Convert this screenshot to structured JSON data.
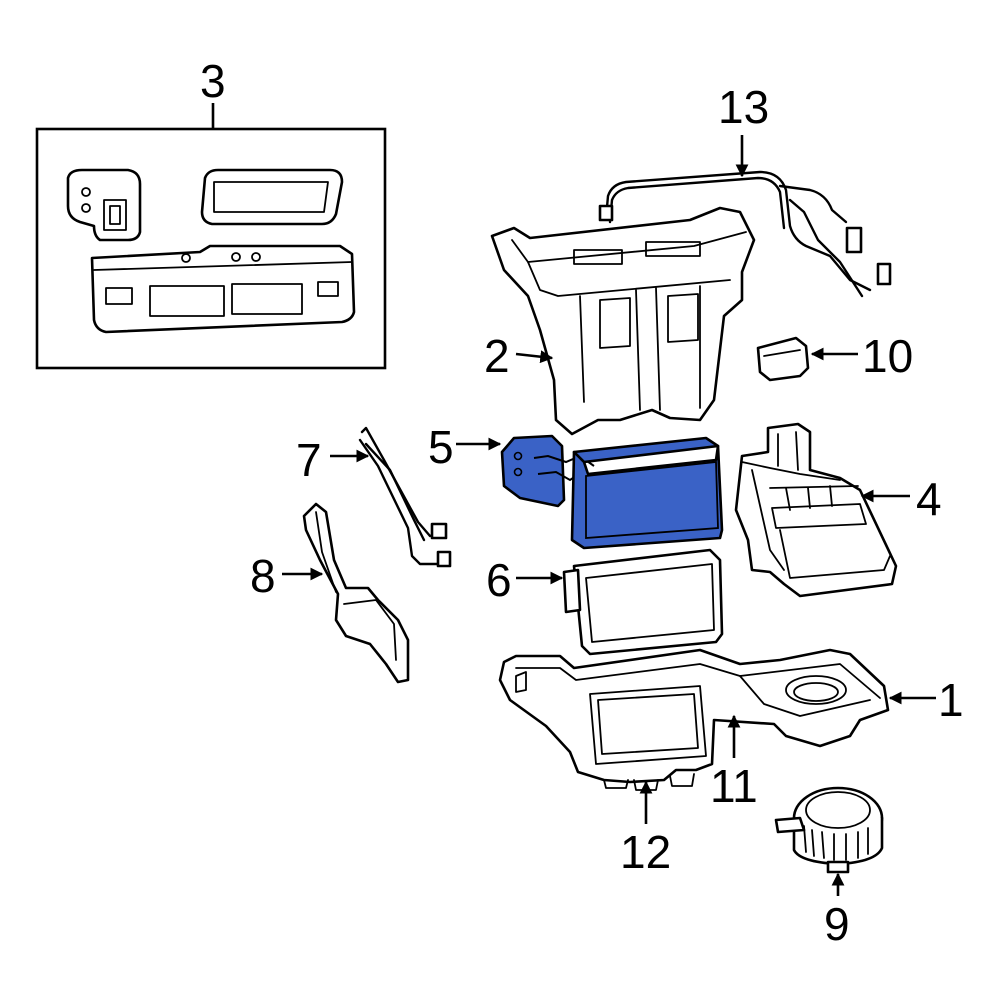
{
  "diagram": {
    "highlight_color": "#3a62c6",
    "callouts": {
      "c1": "1",
      "c2": "2",
      "c3": "3",
      "c4": "4",
      "c5": "5",
      "c6": "6",
      "c7": "7",
      "c8": "8",
      "c9": "9",
      "c10": "10",
      "c11": "11",
      "c12": "12",
      "c13": "13"
    }
  }
}
